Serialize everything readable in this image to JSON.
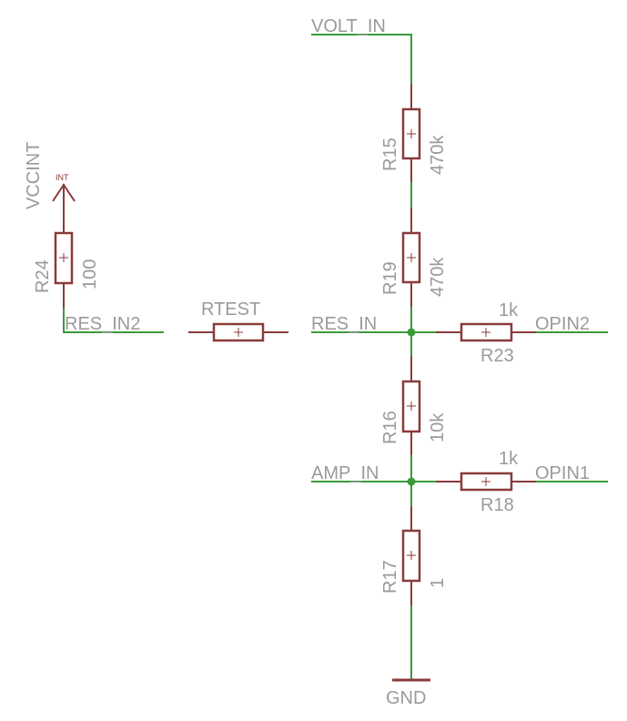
{
  "nets": {
    "volt_in": "VOLT_IN",
    "res_in": "RES_IN",
    "res_in2": "RES_IN2",
    "amp_in": "AMP_IN",
    "opin1": "OPIN1",
    "opin2": "OPIN2",
    "gnd": "GND",
    "vccint": "VCCINT",
    "int": "INT"
  },
  "parts": {
    "r15": {
      "name": "R15",
      "value": "470k"
    },
    "r19": {
      "name": "R19",
      "value": "470k"
    },
    "r16": {
      "name": "R16",
      "value": "10k"
    },
    "r17": {
      "name": "R17",
      "value": "1"
    },
    "r23": {
      "name": "R23",
      "value": "1k"
    },
    "r18": {
      "name": "R18",
      "value": "1k"
    },
    "r24": {
      "name": "R24",
      "value": "100"
    },
    "rtest": {
      "name": "RTEST"
    }
  },
  "colors": {
    "wire": "#3a9a3a",
    "component": "#8b3a3a",
    "label": "#9a9a9a"
  }
}
